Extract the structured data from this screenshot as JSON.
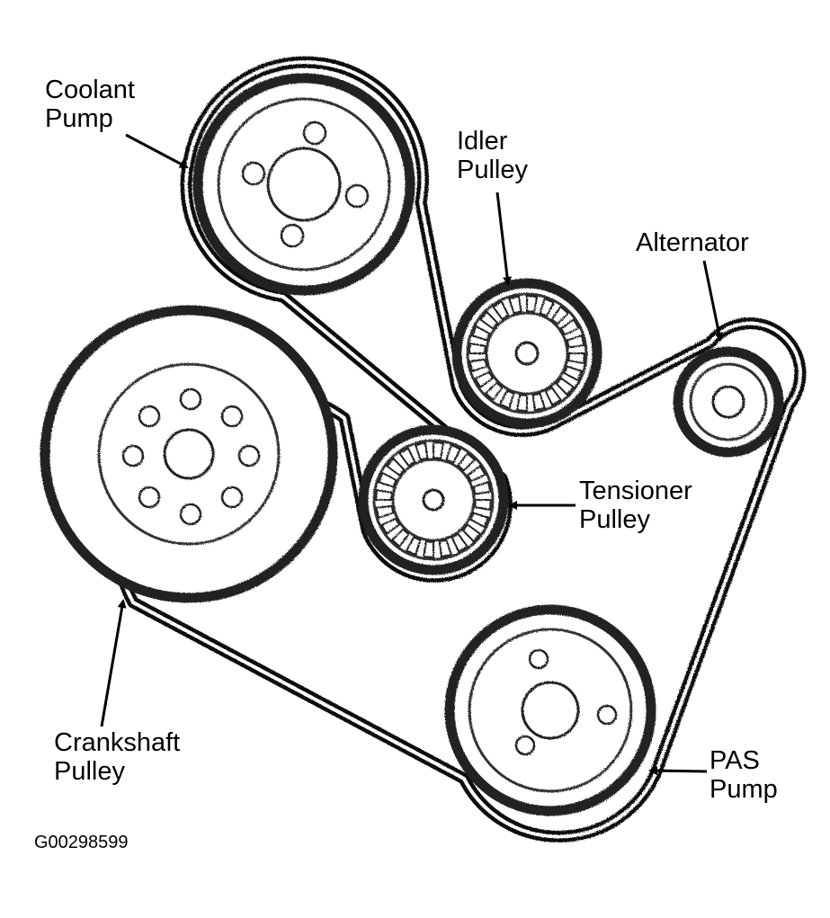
{
  "labels": {
    "coolant_pump": {
      "line1": "Coolant",
      "line2": "Pump"
    },
    "idler_pulley": {
      "line1": "Idler",
      "line2": "Pulley"
    },
    "alternator": {
      "line1": "Alternator"
    },
    "tensioner_pulley": {
      "line1": "Tensioner",
      "line2": "Pulley"
    },
    "crankshaft_pulley": {
      "line1": "Crankshaft",
      "line2": "Pulley"
    },
    "pas_pump": {
      "line1": "PAS",
      "line2": "Pump"
    }
  },
  "figure_id": "G00298599"
}
